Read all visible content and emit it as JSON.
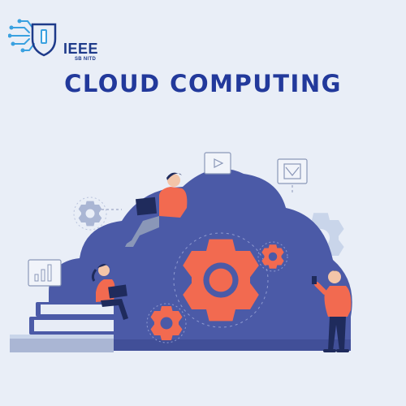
{
  "logo": {
    "name": "IEEE",
    "subtitle": "SB NITD"
  },
  "title": "CLOUD COMPUTING",
  "colors": {
    "background": "#e9eef7",
    "cloud": "#4b5aa7",
    "gear_orange": "#f26a50",
    "gear_light": "#c9d5ea",
    "title": "#22399b"
  },
  "icons": [
    "play-window-icon",
    "checkbox-window-icon",
    "bar-chart-window-icon",
    "gear-icon",
    "books-icon"
  ]
}
